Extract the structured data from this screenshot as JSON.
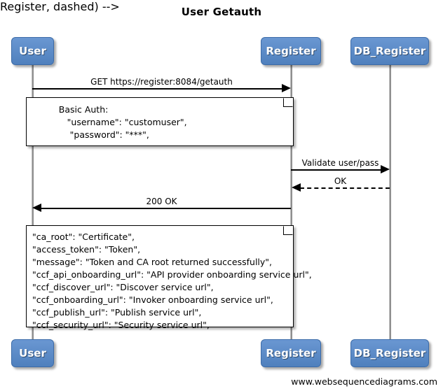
{
  "title": "User Getauth",
  "footer": "www.websequencediagrams.com",
  "participants": [
    {
      "name": "User",
      "label": "User"
    },
    {
      "name": "Register",
      "label": "Register"
    },
    {
      "name": "DB_Register",
      "label": "DB_Register"
    }
  ],
  "messages": [
    {
      "label": "GET https://register:8084/getauth",
      "from": "User",
      "to": "Register",
      "style": "solid",
      "direction": "right"
    },
    {
      "label": "Validate user/pass",
      "from": "Register",
      "to": "DB_Register",
      "style": "solid",
      "direction": "right"
    },
    {
      "label": "OK",
      "from": "DB_Register",
      "to": "Register",
      "style": "dashed",
      "direction": "left"
    },
    {
      "label": "200 OK",
      "from": "Register",
      "to": "User",
      "style": "solid",
      "direction": "left"
    }
  ],
  "notes": [
    {
      "id": "basic-auth-note",
      "lines": [
        "Basic Auth:",
        "    \"username\": \"customuser\",",
        "    \"password\": \"***\","
      ],
      "text": "         Basic Auth:\n            \"username\": \"customuser\",\n             \"password\": \"***\","
    },
    {
      "id": "response-payload-note",
      "lines": [
        "\"ca_root\": \"Certificate\",",
        "\"access_token\": \"Token\",",
        "\"message\": \"Token and CA root returned successfully\",",
        "\"ccf_api_onboarding_url\": \"API provider onboarding service url\",",
        "\"ccf_discover_url\": \"Discover service url\",",
        "\"ccf_onboarding_url\": \"Invoker onboarding service url\",",
        "\"ccf_publish_url\": \"Publish service url\",",
        "\"ccf_security_url\": \"Security service url\","
      ],
      "text": "\"ca_root\": \"Certificate\",\n\"access_token\": \"Token\",\n\"message\": \"Token and CA root returned successfully\",\n\"ccf_api_onboarding_url\": \"API provider onboarding service url\",\n\"ccf_discover_url\": \"Discover service url\",\n\"ccf_onboarding_url\": \"Invoker onboarding service url\",\n\"ccf_publish_url\": \"Publish service url\",\n\"ccf_security_url\": \"Security service url\","
    }
  ],
  "colors": {
    "participant_fill": "#5585c5",
    "participant_border": "#3d6ca8",
    "participant_text": "#ffffff",
    "lifeline": "#8f8f8f",
    "message_line": "#000000",
    "note_fill": "#ffffff",
    "note_border": "#000000",
    "background": "#ffffff"
  }
}
